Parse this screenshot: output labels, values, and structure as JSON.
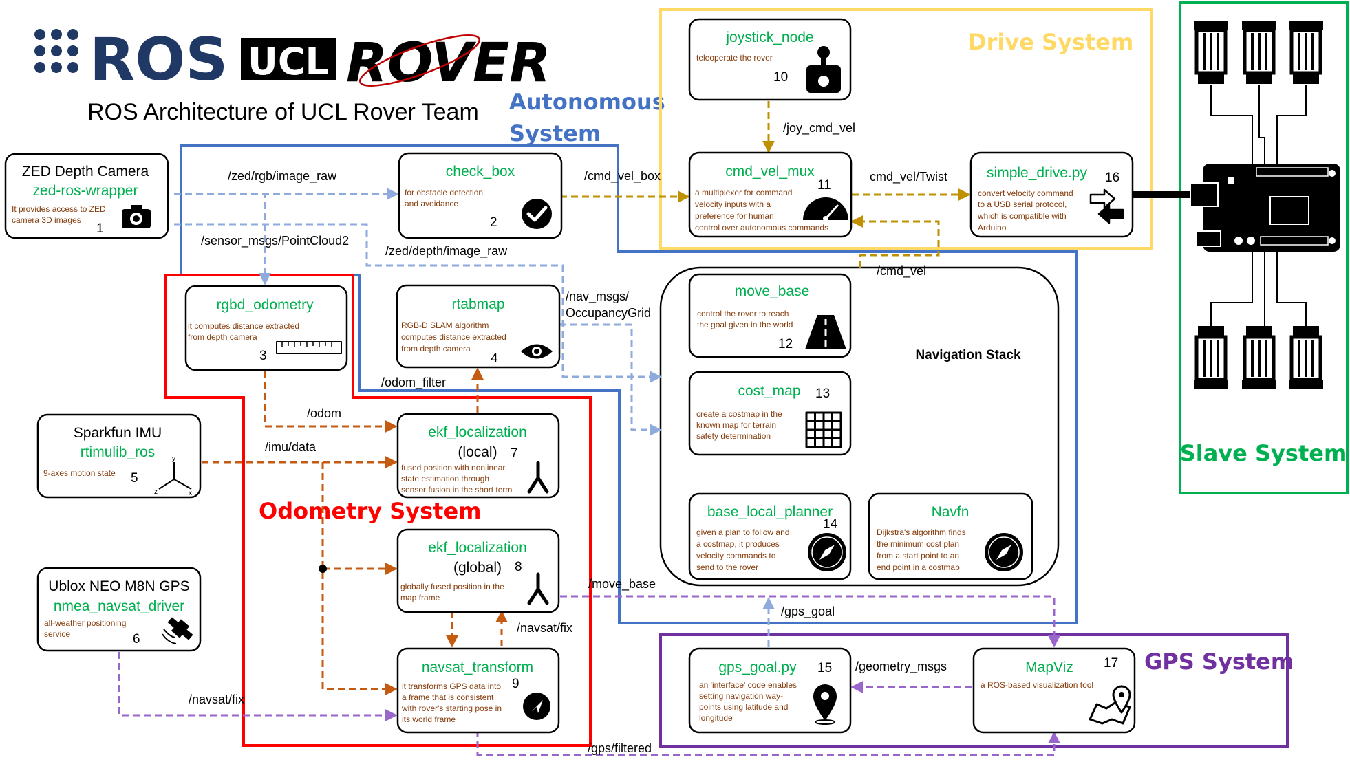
{
  "header": {
    "logo_ros": "ROS",
    "logo_ucl": "UCL",
    "logo_rover": "ROVER",
    "subtitle": "ROS Architecture of UCL Rover Team"
  },
  "systems": {
    "autonomous_line1": "Autonomous",
    "autonomous_line2": "System",
    "drive": "Drive System",
    "slave": "Slave System",
    "odometry": "Odometry System",
    "gps": "GPS System",
    "navigation": "Navigation Stack"
  },
  "nodes": {
    "zed": {
      "title": "ZED Depth Camera",
      "package": "zed-ros-wrapper",
      "desc": [
        "It provides access to ZED",
        "camera 3D images"
      ],
      "num": "1",
      "icon": "camera-icon"
    },
    "check_box": {
      "title": "check_box",
      "desc": [
        "for obstacle detection",
        "and avoidance"
      ],
      "num": "2",
      "icon": "checkmark-icon"
    },
    "rgbd_odometry": {
      "title": "rgbd_odometry",
      "desc": [
        "it computes distance extracted",
        "from depth camera"
      ],
      "num": "3",
      "icon": "ruler-icon"
    },
    "rtabmap": {
      "title": "rtabmap",
      "desc": [
        "RGB-D SLAM algorithm",
        "computes distance extracted",
        "from depth camera"
      ],
      "num": "4",
      "icon": "eye-icon"
    },
    "imu": {
      "title": "Sparkfun IMU",
      "package": "rtimulib_ros",
      "desc": [
        "9-axes motion state"
      ],
      "num": "5",
      "icon": "axes-icon"
    },
    "gps": {
      "title": "Ublox NEO M8N GPS",
      "package": "nmea_navsat_driver",
      "desc": [
        "all-weather positioning",
        "service"
      ],
      "num": "6",
      "icon": "satellite-icon"
    },
    "ekf_local": {
      "title": "ekf_localization",
      "sub": "(local)",
      "desc": [
        "fused position with nonlinear",
        "state estimation through",
        "sensor fusion in the short term"
      ],
      "num": "7",
      "icon": "merge-icon"
    },
    "ekf_global": {
      "title": "ekf_localization",
      "sub": "(global)",
      "desc": [
        "globally fused position in the",
        "map frame"
      ],
      "num": "8",
      "icon": "merge-icon"
    },
    "navsat_transform": {
      "title": "navsat_transform",
      "desc": [
        "it transforms GPS data into",
        "a frame that is consistent",
        "with rover's starting pose in",
        "its world frame"
      ],
      "num": "9",
      "icon": "navigation-arrow-icon"
    },
    "joystick_node": {
      "title": "joystick_node",
      "desc": [
        "teleoperate the rover"
      ],
      "num": "10",
      "icon": "joystick-icon"
    },
    "cmd_vel_mux": {
      "title": "cmd_vel_mux",
      "desc": [
        "a multiplexer for command",
        "velocity inputs with a",
        "preference for human",
        "control over autonomous commands"
      ],
      "num": "11",
      "icon": "speedometer-icon"
    },
    "move_base": {
      "title": "move_base",
      "desc": [
        "control the rover to reach",
        "the goal given in the world"
      ],
      "num": "12",
      "icon": "road-icon"
    },
    "cost_map": {
      "title": "cost_map",
      "desc": [
        "create a costmap in the",
        "known map for terrain",
        "safety determination"
      ],
      "num": "13",
      "icon": "grid-icon"
    },
    "base_local_planner": {
      "title": "base_local_planner",
      "desc": [
        "given a plan to follow and",
        "a costmap, it produces",
        "velocity commands to",
        "send to the rover"
      ],
      "num": "14",
      "icon": "compass-icon"
    },
    "navfn": {
      "title": "Navfn",
      "desc": [
        "Dijkstra's algorithm finds",
        "the minimum cost plan",
        "from a start point to an",
        "end point in a costmap"
      ],
      "icon": "compass-icon"
    },
    "gps_goal": {
      "title": "gps_goal.py",
      "desc": [
        "an 'interface' code enables",
        "setting navigation way-",
        "points using latitude and",
        "longitude"
      ],
      "num": "15",
      "icon": "map-pin-icon"
    },
    "simple_drive": {
      "title": "simple_drive.py",
      "desc": [
        "convert velocity command",
        "to a USB serial protocol,",
        "which is compatible with",
        "Arduino"
      ],
      "num": "16",
      "icon": "swap-arrows-icon"
    },
    "mapviz": {
      "title": "MapViz",
      "desc": [
        "a ROS-based visualization tool"
      ],
      "num": "17",
      "icon": "map-pin-icon"
    }
  },
  "topics": {
    "zed_rgb": "/zed/rgb/image_raw",
    "pointcloud": "/sensor_msgs/PointCloud2",
    "zed_depth": "/zed/depth/image_raw",
    "cmd_vel_box": "/cmd_vel_box",
    "joy_cmd_vel": "/joy_cmd_vel",
    "cmd_vel_twist": "cmd_vel/Twist",
    "cmd_vel": "/cmd_vel",
    "nav_msgs_1": "/nav_msgs/",
    "nav_msgs_2": "OccupancyGrid",
    "odom_filter": "/odom_filter",
    "odom": "/odom",
    "imu_data": "/imu/data",
    "move_base": "/move_base",
    "gps_goal": "/gps_goal",
    "navsat_fix_1": "/navsat/fix",
    "navsat_fix_2": "/navsat/fix",
    "geometry_msgs": "/geometry_msgs",
    "gps_filtered": "/gps/filtered"
  },
  "colors": {
    "autonomous": "#4472c4",
    "drive": "#ffd966",
    "slave": "#00b050",
    "odometry": "#ff0000",
    "gps": "#7030a0",
    "node_title": "#00b050",
    "node_desc": "#843c0c",
    "edge_blue": "#8faadc",
    "edge_orange": "#c55a11",
    "edge_gold": "#bf9000",
    "edge_purple": "#9966cc",
    "logo_blue": "#1f3864"
  }
}
